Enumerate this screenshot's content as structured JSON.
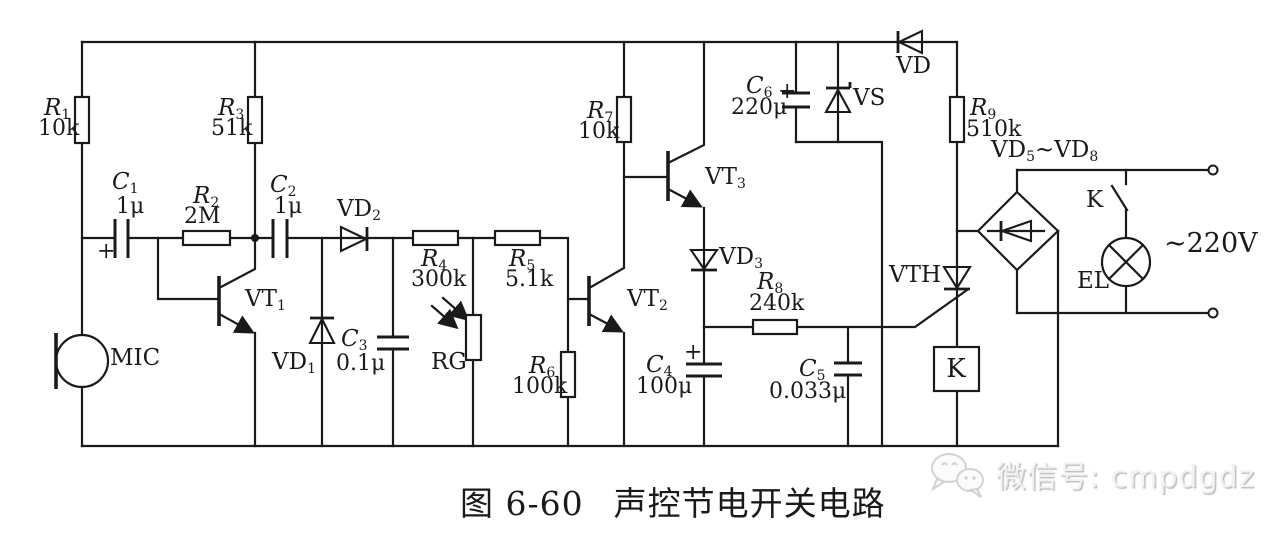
{
  "colors": {
    "line": "#1a1a1a",
    "bg": "#ffffff",
    "text": "#1a1a1a",
    "wm": "#f2f2f2",
    "wmshadow": "#bfbfbf"
  },
  "caption": {
    "figure_no": "图 6-60",
    "title": "声控节电开关电路"
  },
  "watermark": {
    "icon": "wechat-icon",
    "label": "微信号: cmpdgdz"
  },
  "components": {
    "r1": {
      "base": "R",
      "sub": "1",
      "value": "10k"
    },
    "r2": {
      "base": "R",
      "sub": "2",
      "value": "2M"
    },
    "r3": {
      "base": "R",
      "sub": "3",
      "value": "51k"
    },
    "r4": {
      "base": "R",
      "sub": "4",
      "value": "300k"
    },
    "r5": {
      "base": "R",
      "sub": "5",
      "value": "5.1k"
    },
    "r6": {
      "base": "R",
      "sub": "6",
      "value": "100k"
    },
    "r7": {
      "base": "R",
      "sub": "7",
      "value": "10k"
    },
    "r8": {
      "base": "R",
      "sub": "8",
      "value": "240k"
    },
    "r9": {
      "base": "R",
      "sub": "9",
      "value": "510k"
    },
    "rg": {
      "base": "RG"
    },
    "c1": {
      "base": "C",
      "sub": "1",
      "value": "1μ",
      "polarity": "+"
    },
    "c2": {
      "base": "C",
      "sub": "2",
      "value": "1μ"
    },
    "c3": {
      "base": "C",
      "sub": "3",
      "value": "0.1μ"
    },
    "c4": {
      "base": "C",
      "sub": "4",
      "value": "100μ",
      "polarity": "+"
    },
    "c5": {
      "base": "C",
      "sub": "5",
      "value": "0.033μ"
    },
    "c6": {
      "base": "C",
      "sub": "6",
      "value": "220μ",
      "polarity": "+"
    },
    "vt1": {
      "base": "VT",
      "sub": "1"
    },
    "vt2": {
      "base": "VT",
      "sub": "2"
    },
    "vt3": {
      "base": "VT",
      "sub": "3"
    },
    "vd1": {
      "base": "VD",
      "sub": "1"
    },
    "vd2": {
      "base": "VD",
      "sub": "2"
    },
    "vd3": {
      "base": "VD",
      "sub": "3"
    },
    "vd": {
      "base": "VD"
    },
    "vd_bridge": {
      "p1": "VD",
      "s1": "5",
      "p2": "~VD",
      "s2": "8"
    },
    "vs": {
      "base": "VS"
    },
    "vth": {
      "base": "VTH"
    },
    "mic": {
      "base": "MIC"
    },
    "el": {
      "base": "EL"
    },
    "k_contact": {
      "base": "K"
    },
    "k_relay": {
      "base": "K"
    },
    "mains": {
      "label": "∼220V"
    }
  }
}
